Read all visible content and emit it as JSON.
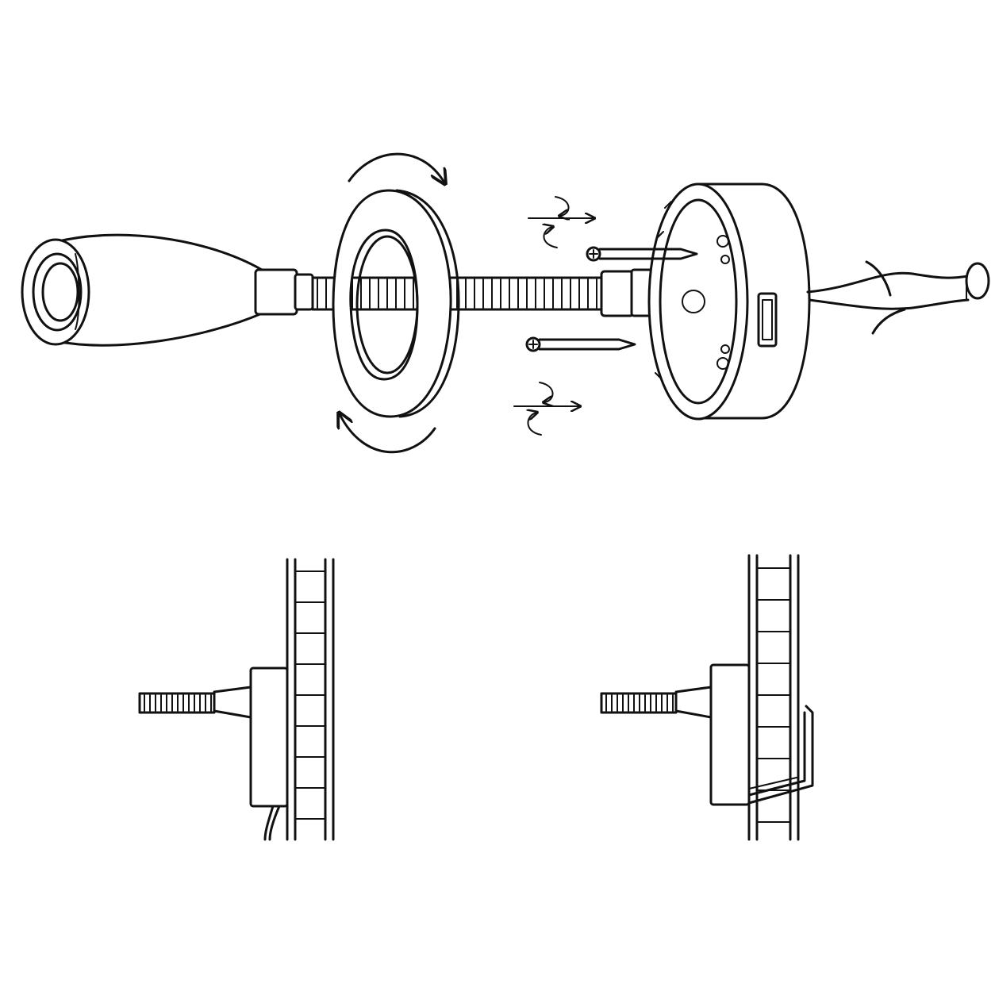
{
  "diagram": {
    "kind": "installation-illustration",
    "views": [
      "exploded-assembly",
      "side-view-without-bracket",
      "side-view-with-bracket"
    ],
    "colors": {
      "line": "#111111",
      "background": "#ffffff"
    },
    "icons": [
      "rotate-cw-icon",
      "rotate-ccw-icon",
      "screw-icon",
      "twist-arrow-icon",
      "cable-icon",
      "switch-icon"
    ]
  }
}
